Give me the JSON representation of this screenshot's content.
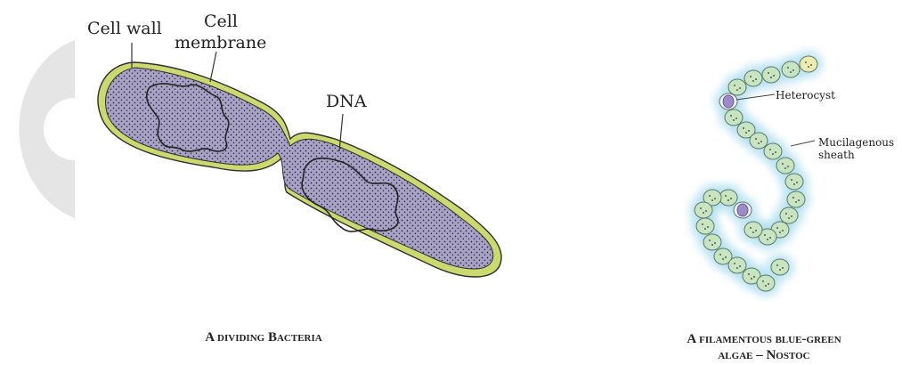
{
  "bacteria": {
    "labels": {
      "cell_wall": "Cell wall",
      "cell_membrane_line1": "Cell",
      "cell_membrane_line2": "membrane",
      "dna": "DNA"
    },
    "caption": "A dividing Bacteria",
    "colors": {
      "cell_wall": "#cbd96f",
      "cytoplasm": "#a8a3c6",
      "cytoplasm_dots": "#2a2a3a",
      "outline": "#2e2e2e",
      "watermark": "#e5e5e5"
    }
  },
  "nostoc": {
    "labels": {
      "heterocyst": "Heterocyst",
      "mucilagenous_line1": "Mucilagenous",
      "mucilagenous_line2": "sheath"
    },
    "caption_line1": "A filamentous blue-green",
    "caption_line2": "algae  – Nostoc",
    "colors": {
      "sheath_glow": "#a8dcef",
      "cell_fill": "#c8e4c0",
      "heterocyst_fill": "#9b8cc8",
      "terminal_cell_fill": "#ecebb0"
    }
  }
}
